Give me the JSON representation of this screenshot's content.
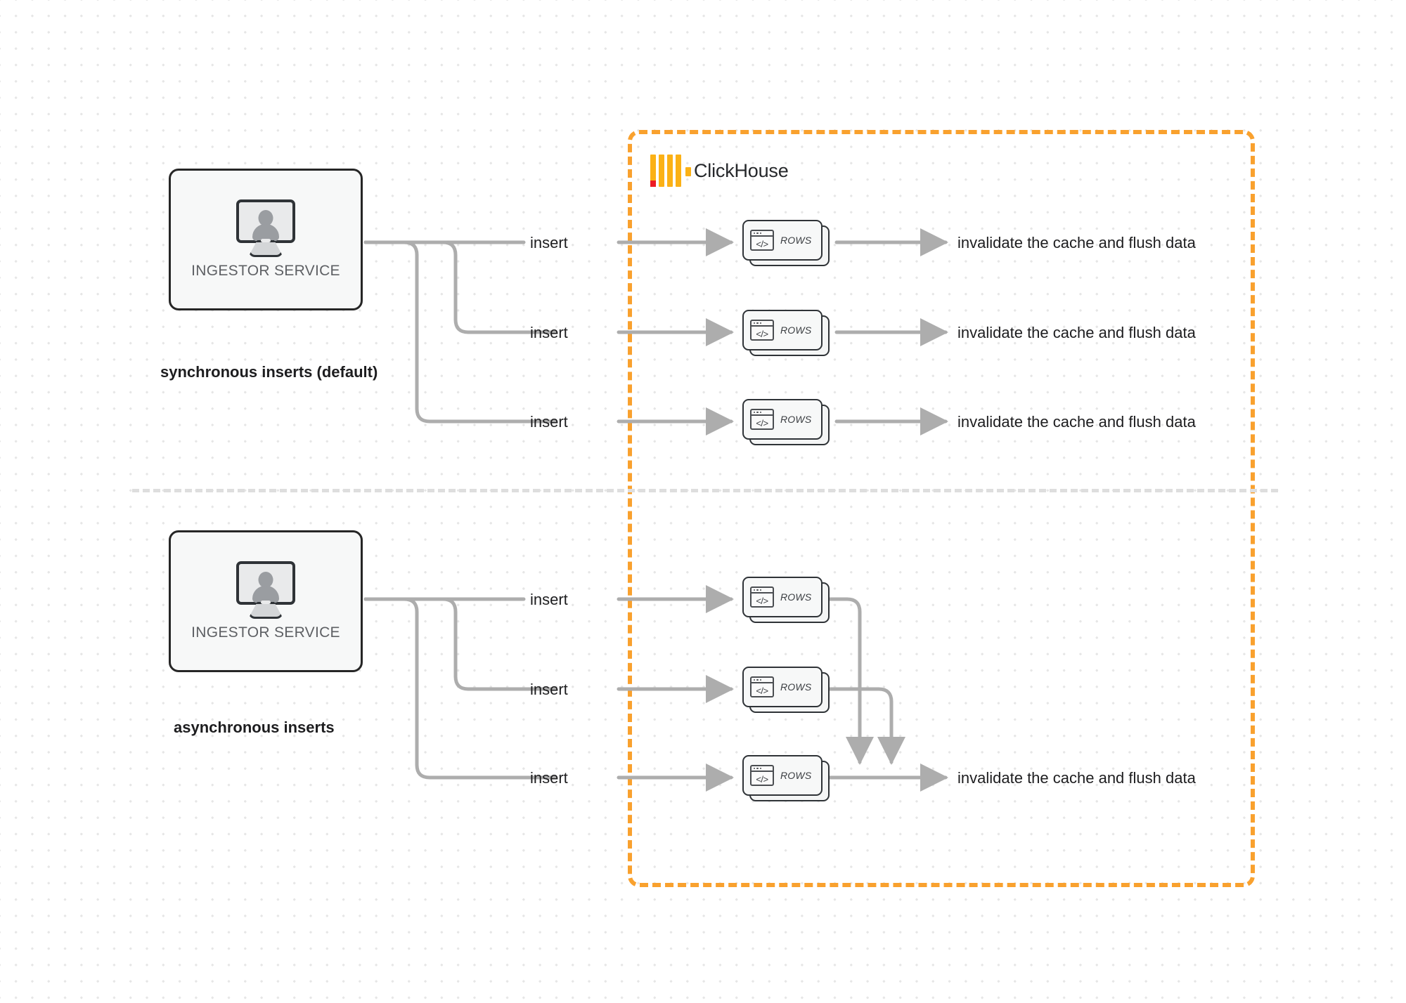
{
  "diagram": {
    "clickhouse": {
      "name": "ClickHouse",
      "border_color": "#F9A12E",
      "logo_color": "#FBB116",
      "logo_accent_color": "#ED1C24"
    },
    "sections": [
      {
        "id": "sync",
        "caption": "synchronous inserts (default)",
        "service_label": "INGESTOR SERVICE",
        "rows": [
          {
            "insert_label": "insert",
            "card_text": "ROWS",
            "card_code": "</>",
            "result_label": "invalidate the cache and flush data"
          },
          {
            "insert_label": "insert",
            "card_text": "ROWS",
            "card_code": "</>",
            "result_label": "invalidate the cache and flush data"
          },
          {
            "insert_label": "insert",
            "card_text": "ROWS",
            "card_code": "</>",
            "result_label": "invalidate the cache and flush data"
          }
        ]
      },
      {
        "id": "async",
        "caption": "asynchronous inserts",
        "service_label": "INGESTOR SERVICE",
        "rows": [
          {
            "insert_label": "insert",
            "card_text": "ROWS",
            "card_code": "</>"
          },
          {
            "insert_label": "insert",
            "card_text": "ROWS",
            "card_code": "</>"
          },
          {
            "insert_label": "insert",
            "card_text": "ROWS",
            "card_code": "</>",
            "result_label": "invalidate the cache and flush data"
          }
        ]
      }
    ],
    "wire_color": "#ADADAD"
  }
}
